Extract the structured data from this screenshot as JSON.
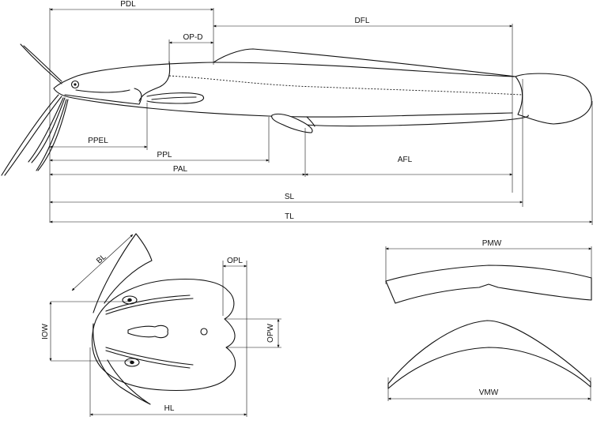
{
  "labels": {
    "pdl": "PDL",
    "dfl": "DFL",
    "opd": "OP-D",
    "ppel": "PPEL",
    "ppl": "PPL",
    "pal": "PAL",
    "afl": "AFL",
    "sl": "SL",
    "tl": "TL",
    "bl": "BL",
    "opl": "OPL",
    "iow": "IOW",
    "opw": "OPW",
    "hl": "HL",
    "pmw": "PMW",
    "vmw": "VMW"
  }
}
